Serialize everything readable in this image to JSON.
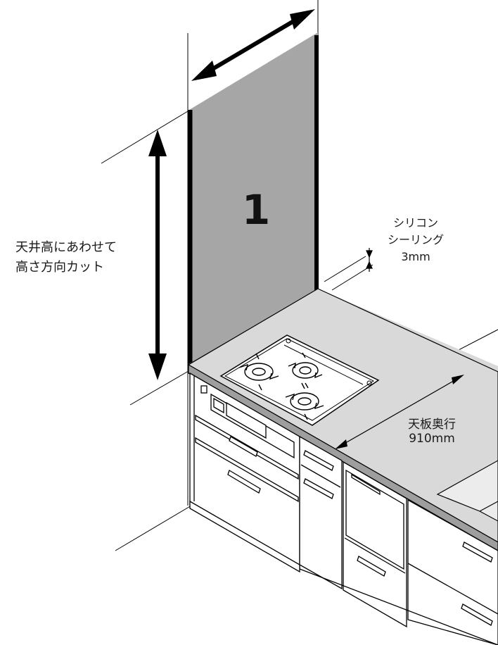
{
  "panel": {
    "number": "1"
  },
  "labels": {
    "height_line1": "天井高にあわせて",
    "height_line2": "高さ方向カット",
    "sealant_line1": "シリコン",
    "sealant_line2": "シーリング",
    "sealant_line3": "3mm",
    "depth_line1": "天板奥行",
    "depth_line2": "910mm"
  },
  "colors": {
    "panel_fill": "#a6a6a6",
    "countertop_fill": "#d9d9d9",
    "line": "#000000",
    "background": "#ffffff"
  }
}
